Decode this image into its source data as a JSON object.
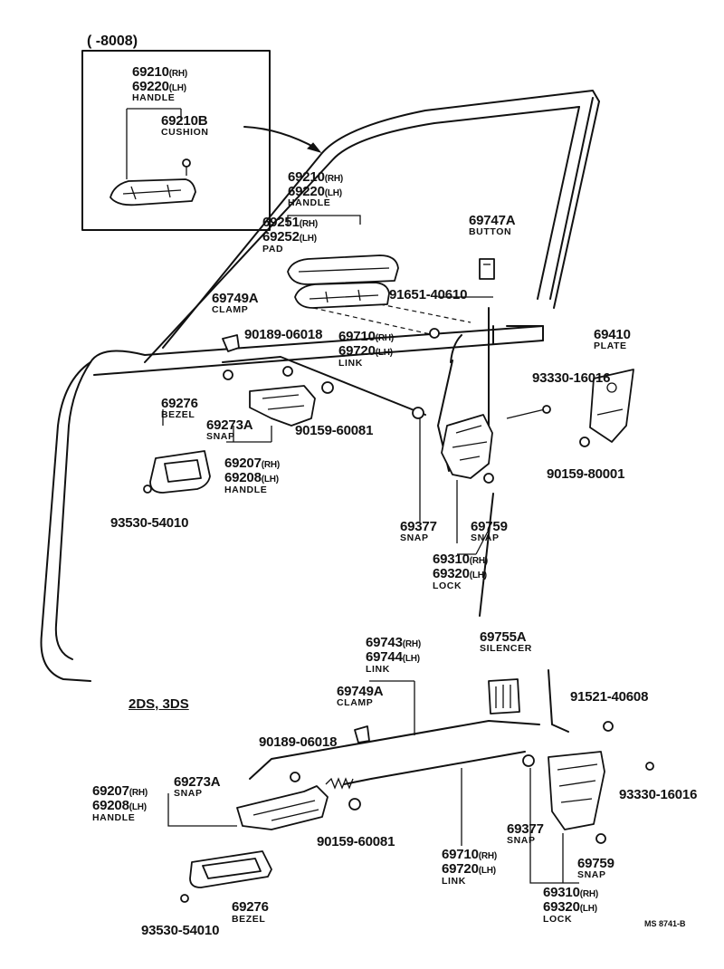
{
  "inset": {
    "heading": "(       -8008)"
  },
  "variant": "2DS, 3DS",
  "ref_code": "MS 8741-B",
  "labels": {
    "in_69210": "69210",
    "in_69210_s": "(RH)",
    "in_69220": "69220",
    "in_69220_s": "(LH)",
    "in_handle": "HANDLE",
    "in_69210B": "69210B",
    "in_cushion": "CUSHION",
    "t_69210": "69210",
    "t_69210_s": "(RH)",
    "t_69220": "69220",
    "t_69220_s": "(LH)",
    "t_handle": "HANDLE",
    "t_69251": "69251",
    "t_69251_s": "(RH)",
    "t_69252": "69252",
    "t_69252_s": "(LH)",
    "t_pad": "PAD",
    "t_69747A": "69747A",
    "t_button": "BUTTON",
    "t_91651": "91651-40610",
    "t_69749A": "69749A",
    "t_clamp": "CLAMP",
    "t_90189": "90189-06018",
    "t_69710": "69710",
    "t_69710_s": "(RH)",
    "t_69720": "69720",
    "t_69720_s": "(LH)",
    "t_link": "LINK",
    "t_69410": "69410",
    "t_plate": "PLATE",
    "t_93330": "93330-16016",
    "t_69276": "69276",
    "t_bezel": "BEZEL",
    "t_69273A": "69273A",
    "t_snap": "SNAP",
    "t_90159_6": "90159-60081",
    "t_90159_8": "90159-80001",
    "t_69207": "69207",
    "t_69207_s": "(RH)",
    "t_69208": "69208",
    "t_69208_s": "(LH)",
    "t_handle2": "HANDLE",
    "t_93530": "93530-54010",
    "t_69377": "69377",
    "t_snap2": "SNAP",
    "t_69759": "69759",
    "t_snap3": "SNAP",
    "t_69310": "69310",
    "t_69310_s": "(RH)",
    "t_69320": "69320",
    "t_69320_s": "(LH)",
    "t_lock": "LOCK",
    "b_69743": "69743",
    "b_69743_s": "(RH)",
    "b_69744": "69744",
    "b_69744_s": "(LH)",
    "b_link": "LINK",
    "b_69755A": "69755A",
    "b_silencer": "SILENCER",
    "b_69749A": "69749A",
    "b_clamp": "CLAMP",
    "b_91521": "91521-40608",
    "b_90189": "90189-06018",
    "b_69273A": "69273A",
    "b_snap": "SNAP",
    "b_69207": "69207",
    "b_69207_s": "(RH)",
    "b_69208": "69208",
    "b_69208_s": "(LH)",
    "b_handle": "HANDLE",
    "b_93330": "93330-16016",
    "b_90159": "90159-60081",
    "b_69377": "69377",
    "b_snap2": "SNAP",
    "b_69710": "69710",
    "b_69710_s": "(RH)",
    "b_69720": "69720",
    "b_69720_s": "(LH)",
    "b_link2": "LINK",
    "b_69759": "69759",
    "b_snap3": "SNAP",
    "b_69276": "69276",
    "b_bezel": "BEZEL",
    "b_93530": "93530-54010",
    "b_69310": "69310",
    "b_69310_s": "(RH)",
    "b_69320": "69320",
    "b_69320_s": "(LH)",
    "b_lock": "LOCK"
  }
}
